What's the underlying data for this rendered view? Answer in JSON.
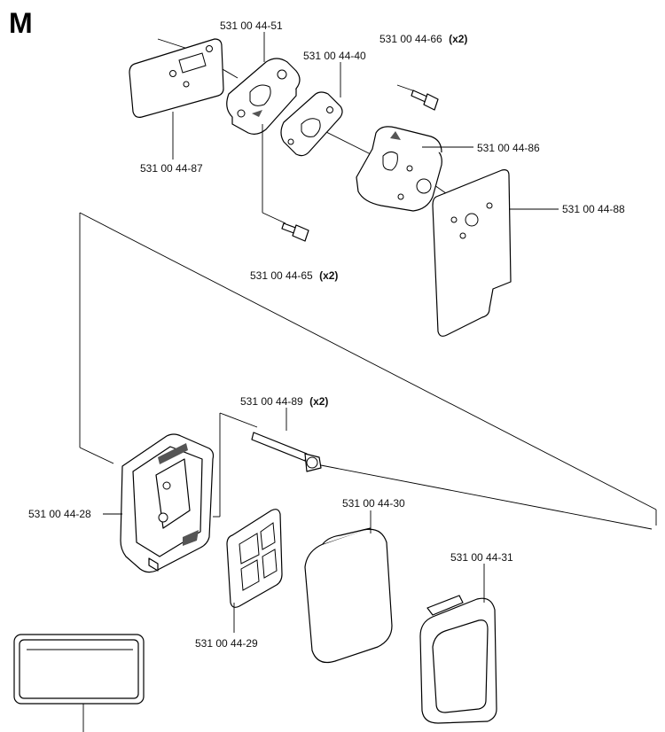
{
  "section": {
    "letter": "M"
  },
  "labels": {
    "p_44_51": {
      "number": "531 00 44-51",
      "qty": ""
    },
    "p_44_40": {
      "number": "531 00 44-40",
      "qty": ""
    },
    "p_44_66": {
      "number": "531 00 44-66",
      "qty": "(x2)"
    },
    "p_44_86": {
      "number": "531 00 44-86",
      "qty": ""
    },
    "p_44_87": {
      "number": "531 00 44-87",
      "qty": ""
    },
    "p_44_88": {
      "number": "531 00 44-88",
      "qty": ""
    },
    "p_44_65": {
      "number": "531 00 44-65",
      "qty": "(x2)"
    },
    "p_44_89": {
      "number": "531 00 44-89",
      "qty": "(x2)"
    },
    "p_44_28": {
      "number": "531 00 44-28",
      "qty": ""
    },
    "p_44_30": {
      "number": "531 00 44-30",
      "qty": ""
    },
    "p_44_31": {
      "number": "531 00 44-31",
      "qty": ""
    },
    "p_44_29": {
      "number": "531 00 44-29",
      "qty": ""
    }
  }
}
